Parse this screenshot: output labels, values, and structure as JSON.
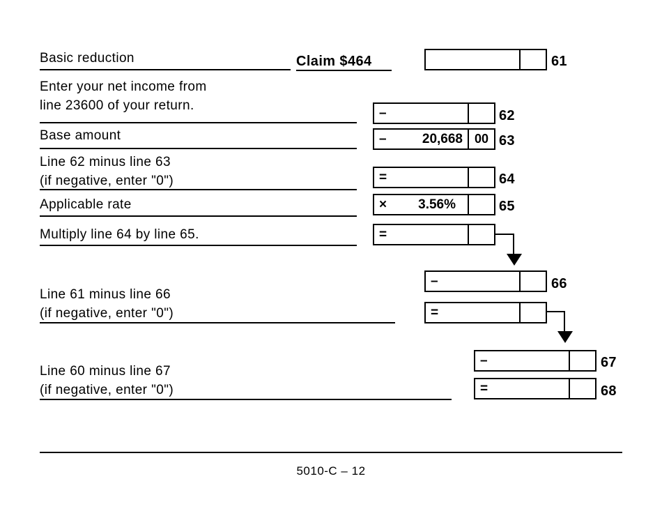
{
  "rows": {
    "r61": {
      "label": "Basic reduction",
      "claim": "Claim $464",
      "num": "61"
    },
    "r62": {
      "label1": "Enter your net income from",
      "label2": "line 23600 of your return.",
      "op": "–",
      "num": "62"
    },
    "r63": {
      "label": "Base amount",
      "op": "–",
      "amount": "20,668",
      "cents": "00",
      "num": "63"
    },
    "r64": {
      "label1": "Line 62 minus line 63",
      "label2": "(if negative, enter \"0\")",
      "op": "=",
      "num": "64"
    },
    "r65": {
      "label": "Applicable rate",
      "op": "×",
      "amount": "3.56%",
      "num": "65"
    },
    "r66a": {
      "label": "Multiply line 64 by line 65.",
      "op": "="
    },
    "r66": {
      "op": "–",
      "num": "66"
    },
    "r66b": {
      "label1": "Line 61 minus line 66",
      "label2": "(if negative, enter \"0\")",
      "op": "="
    },
    "r67": {
      "op": "–",
      "num": "67"
    },
    "r68": {
      "label1": "Line 60 minus line 67",
      "label2": "(if negative, enter \"0\")",
      "op": "=",
      "num": "68"
    }
  },
  "footer": {
    "text": "5010-C – 12"
  }
}
